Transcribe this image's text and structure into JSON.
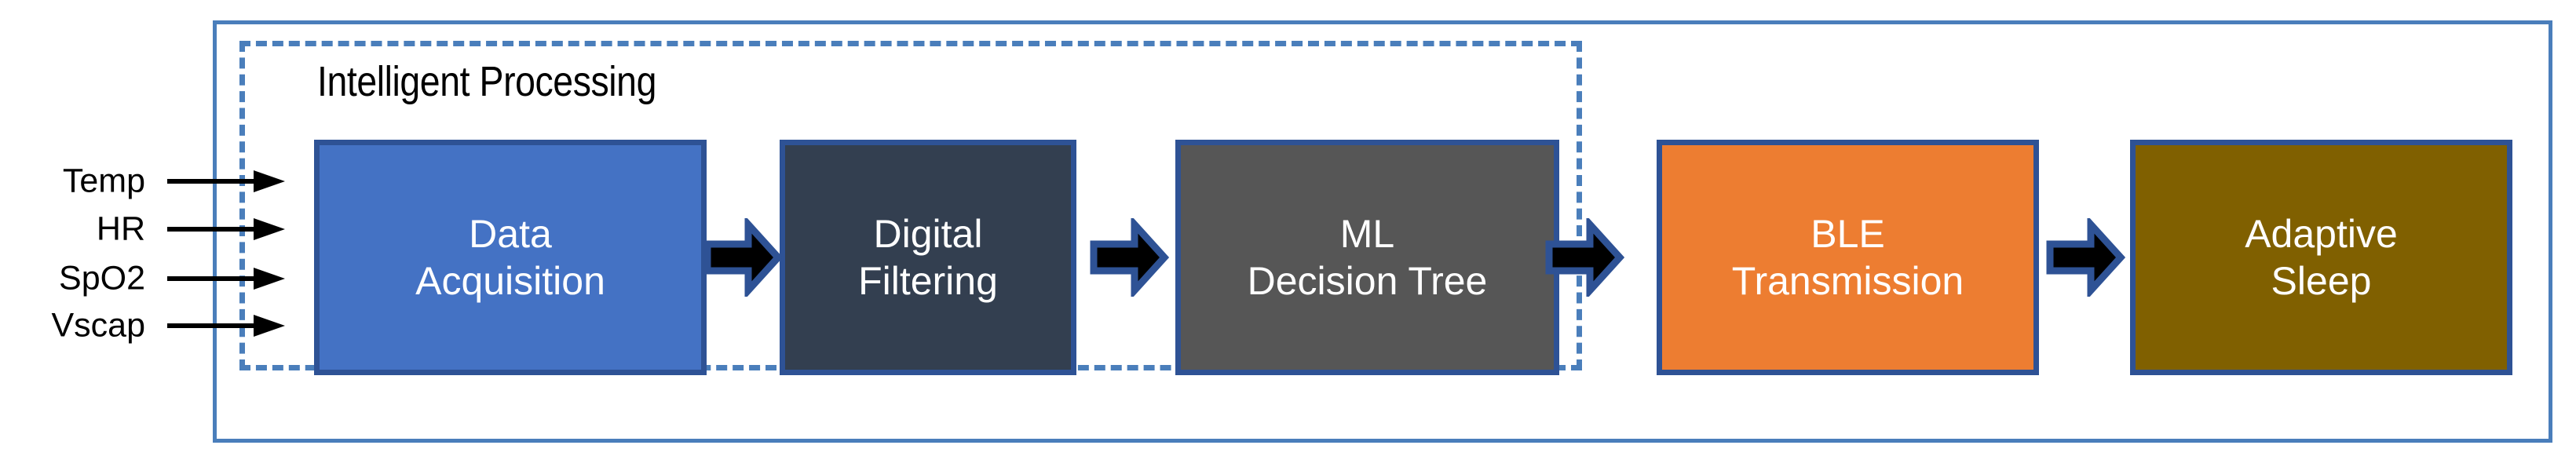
{
  "diagram": {
    "group": {
      "title": "Intelligent Processing",
      "border_color": "#4A7EBB",
      "border_style": "dashed"
    },
    "system_boundary": {
      "border_color": "#4A7EBB",
      "border_style": "solid"
    },
    "inputs": [
      {
        "label": "Temp",
        "arrow": "right-arrow-icon"
      },
      {
        "label": "HR",
        "arrow": "right-arrow-icon"
      },
      {
        "label": "SpO2",
        "arrow": "right-arrow-icon"
      },
      {
        "label": "Vscap",
        "arrow": "right-arrow-icon"
      }
    ],
    "stages": [
      {
        "id": "data-acquisition",
        "line1": "Data",
        "line2": "Acquisition",
        "fill": "#4472C4",
        "border": "#2E5295",
        "text_color": "#FFFFFF"
      },
      {
        "id": "digital-filtering",
        "line1": "Digital",
        "line2": "Filtering",
        "fill": "#333F50",
        "border": "#2E5295",
        "text_color": "#FFFFFF"
      },
      {
        "id": "ml-decision-tree",
        "line1": "ML",
        "line2": "Decision Tree",
        "fill": "#565656",
        "border": "#2E5295",
        "text_color": "#FFFFFF"
      },
      {
        "id": "ble-transmission",
        "line1": "BLE",
        "line2": "Transmission",
        "fill": "#ED7D31",
        "border": "#2E5295",
        "text_color": "#FFFFFF"
      },
      {
        "id": "adaptive-sleep",
        "line1": "Adaptive",
        "line2": "Sleep",
        "fill": "#806000",
        "border": "#2E5295",
        "text_color": "#FFFFFF"
      }
    ],
    "connectors": [
      {
        "icon": "block-right-arrow-icon",
        "from": "data-acquisition",
        "to": "digital-filtering"
      },
      {
        "icon": "block-right-arrow-icon",
        "from": "digital-filtering",
        "to": "ml-decision-tree"
      },
      {
        "icon": "block-right-arrow-icon",
        "from": "ml-decision-tree",
        "to": "ble-transmission"
      },
      {
        "icon": "block-right-arrow-icon",
        "from": "ble-transmission",
        "to": "adaptive-sleep"
      }
    ],
    "colors": {
      "arrow_fill": "#000000",
      "arrow_outline": "#2E5295",
      "accent_blue": "#4A7EBB",
      "background": "#FFFFFF"
    }
  }
}
